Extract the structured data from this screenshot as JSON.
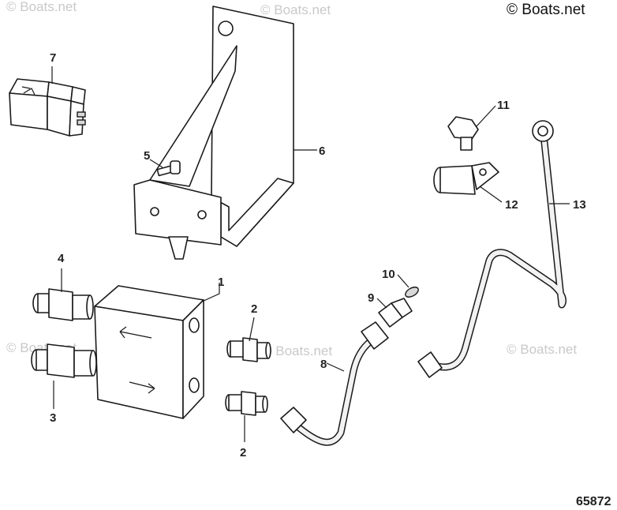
{
  "watermarks": {
    "top_left": "© Boats.net",
    "top_mid": "© Boats.net",
    "mid_left": "© Boats.net",
    "mid_center": "© Boats.net",
    "mid_right": "© Boats.net"
  },
  "copyright": "© Boats.net",
  "figure_number": "65872",
  "callouts": {
    "c1": "1",
    "c2a": "2",
    "c2b": "2",
    "c3": "3",
    "c4": "4",
    "c5": "5",
    "c6": "6",
    "c7": "7",
    "c8": "8",
    "c9": "9",
    "c10": "10",
    "c11": "11",
    "c12": "12",
    "c13": "13"
  }
}
